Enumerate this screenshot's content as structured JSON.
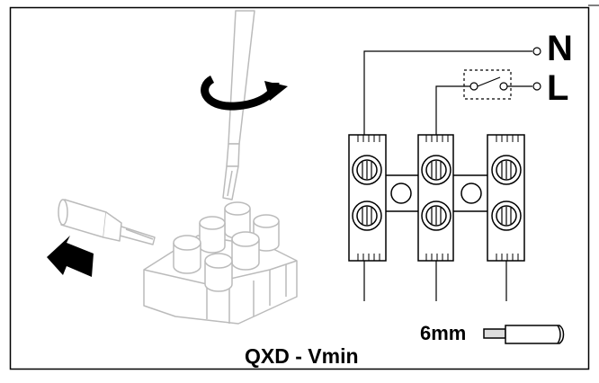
{
  "labels": {
    "neutral": "N",
    "live": "L",
    "strip_length": "6mm",
    "model": "QXD - Vmin"
  }
}
